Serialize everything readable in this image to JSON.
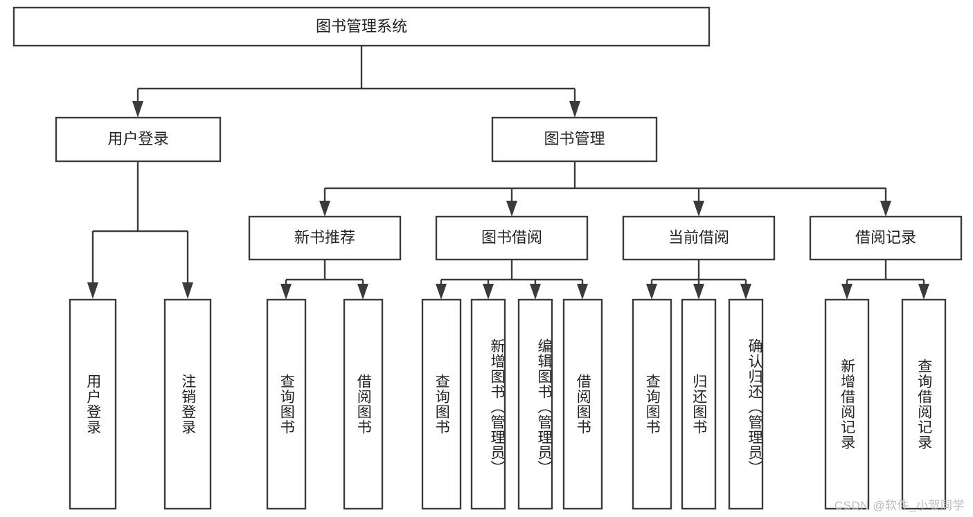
{
  "diagram": {
    "title": "图书管理系统",
    "type": "tree",
    "watermark": "CSDN @软件_小贺同学",
    "colors": {
      "box_stroke": "#3b3b3b",
      "box_fill": "#ffffff",
      "connector": "#3b3b3b",
      "text": "#222222",
      "watermark": "#b9bdc2",
      "background": "#ffffff"
    },
    "levels": {
      "root": {
        "label": "图书管理系统"
      },
      "level2": [
        {
          "id": "user-login",
          "label": "用户登录"
        },
        {
          "id": "book-management",
          "label": "图书管理"
        }
      ],
      "level3": [
        {
          "id": "new-book-recommend",
          "label": "新书推荐",
          "parent": "book-management"
        },
        {
          "id": "book-borrow",
          "label": "图书借阅",
          "parent": "book-management"
        },
        {
          "id": "current-borrow",
          "label": "当前借阅",
          "parent": "book-management"
        },
        {
          "id": "borrow-record",
          "label": "借阅记录",
          "parent": "book-management"
        }
      ],
      "leaves": [
        {
          "id": "leaf-user-login",
          "label": "用户登录",
          "parent": "user-login"
        },
        {
          "id": "leaf-user-logout",
          "label": "注销登录",
          "parent": "user-login"
        },
        {
          "id": "leaf-query-book-1",
          "label": "查询图书",
          "parent": "new-book-recommend"
        },
        {
          "id": "leaf-borrow-book-1",
          "label": "借阅图书",
          "parent": "new-book-recommend"
        },
        {
          "id": "leaf-query-book-2",
          "label": "查询图书",
          "parent": "book-borrow"
        },
        {
          "id": "leaf-add-book",
          "label": "新增图书（管理员）",
          "parent": "book-borrow"
        },
        {
          "id": "leaf-edit-book",
          "label": "编辑图书（管理员）",
          "parent": "book-borrow"
        },
        {
          "id": "leaf-borrow-book-2",
          "label": "借阅图书",
          "parent": "book-borrow"
        },
        {
          "id": "leaf-query-book-3",
          "label": "查询图书",
          "parent": "current-borrow"
        },
        {
          "id": "leaf-return-book",
          "label": "归还图书",
          "parent": "current-borrow"
        },
        {
          "id": "leaf-confirm-return",
          "label": "确认归还（管理员）",
          "parent": "current-borrow"
        },
        {
          "id": "leaf-add-record",
          "label": "新增借阅记录",
          "parent": "borrow-record"
        },
        {
          "id": "leaf-query-record",
          "label": "查询借阅记录",
          "parent": "borrow-record"
        }
      ]
    }
  }
}
